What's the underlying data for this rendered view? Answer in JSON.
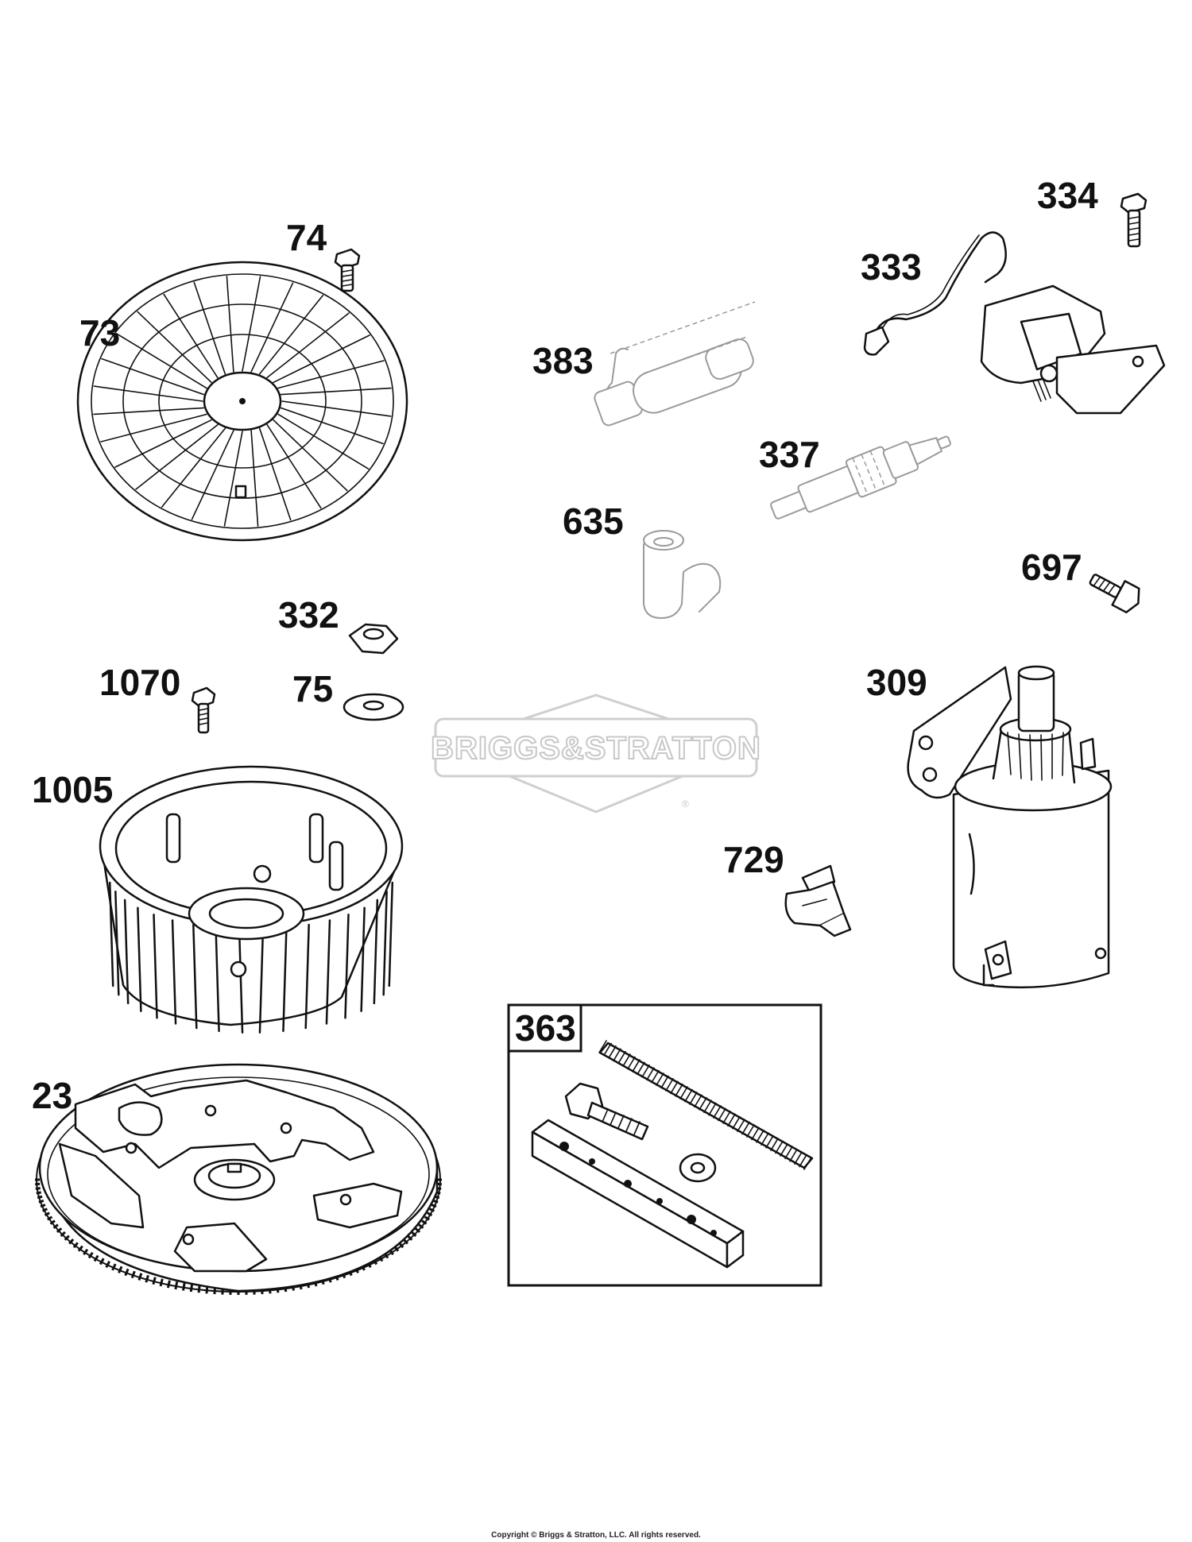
{
  "callouts": {
    "c74": "74",
    "c73": "73",
    "c383": "383",
    "c333": "333",
    "c334": "334",
    "c337": "337",
    "c635": "635",
    "c697": "697",
    "c332": "332",
    "c1070": "1070",
    "c75": "75",
    "c309": "309",
    "c1005": "1005",
    "c729": "729",
    "c363": "363",
    "c23": "23"
  },
  "watermark": {
    "brand": "BRIGGS&STRATTON",
    "registered": "®"
  },
  "footer": {
    "copyright": "Copyright © Briggs & Stratton, LLC. All rights reserved."
  },
  "colors": {
    "line": "#111111",
    "ghost": "#9a9a9a",
    "watermark": "#c8c8c8"
  }
}
